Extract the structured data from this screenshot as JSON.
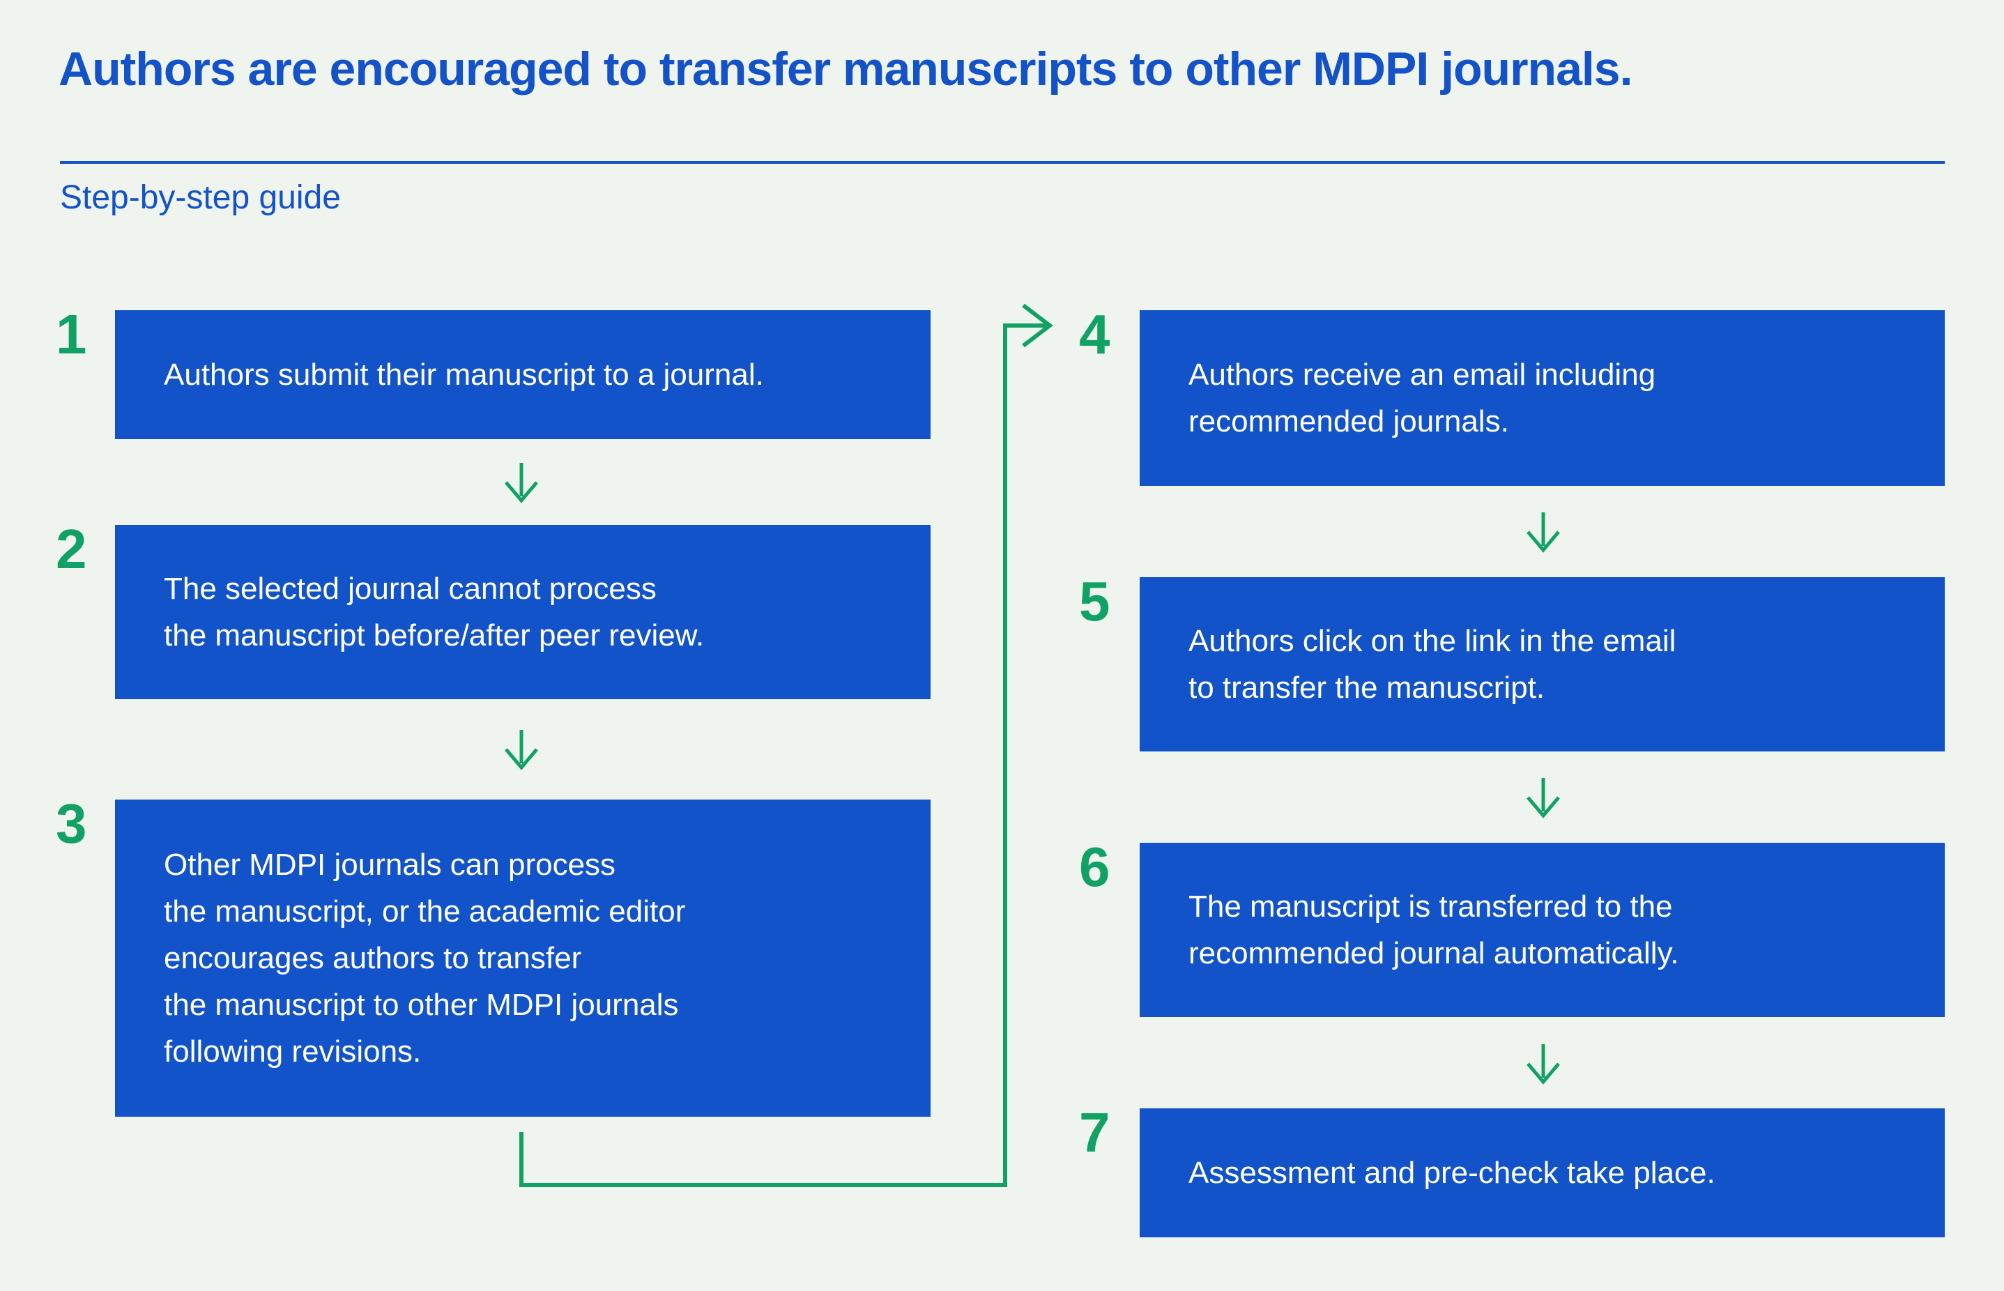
{
  "header": {
    "title": "Authors are encouraged to transfer manuscripts to other MDPI journals.",
    "subtitle": "Step-by-step guide"
  },
  "steps": [
    {
      "num": "1",
      "text": "Authors submit their manuscript to a journal."
    },
    {
      "num": "2",
      "text": "The selected journal cannot process\nthe manuscript before/after peer review."
    },
    {
      "num": "3",
      "text": "Other MDPI journals can process\nthe manuscript, or the academic editor\nencourages authors to transfer\nthe manuscript to other MDPI journals\nfollowing revisions."
    },
    {
      "num": "4",
      "text": "Authors receive an email including\nrecommended journals."
    },
    {
      "num": "5",
      "text": "Authors click on the link in the email\nto transfer the manuscript."
    },
    {
      "num": "6",
      "text": "The manuscript is transferred to the\nrecommended journal automatically."
    },
    {
      "num": "7",
      "text": "Assessment and pre-check take place."
    }
  ],
  "icons": {
    "down_arrow": "down-arrow-icon",
    "elbow_connector": "elbow-connector-arrow-icon"
  },
  "colors": {
    "background": "#f0f4ef",
    "box_blue": "#1253c9",
    "heading_blue": "#1452c8",
    "green": "#12a164",
    "box_text": "#ffffff"
  }
}
